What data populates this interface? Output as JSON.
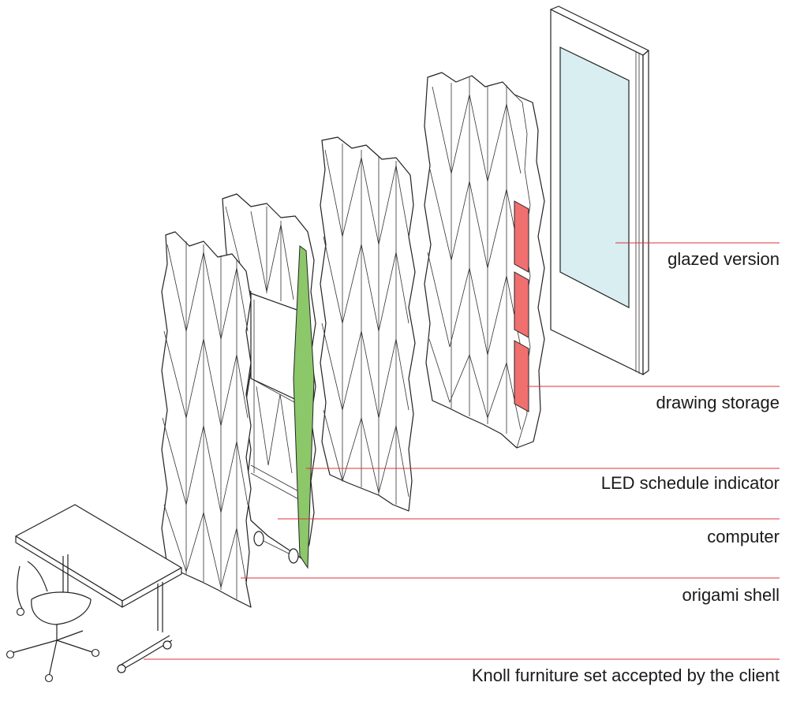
{
  "colors": {
    "glass": "#d9eef0",
    "storage": "#f07070",
    "led": "#8cc76a",
    "leader": "#e0303a",
    "outline": "#222222"
  },
  "labels": {
    "glazed": "glazed version",
    "storage": "drawing storage",
    "led": "LED schedule indicator",
    "computer": "computer",
    "shell": "origami shell",
    "furniture": "Knoll furniture set accepted by the client"
  }
}
